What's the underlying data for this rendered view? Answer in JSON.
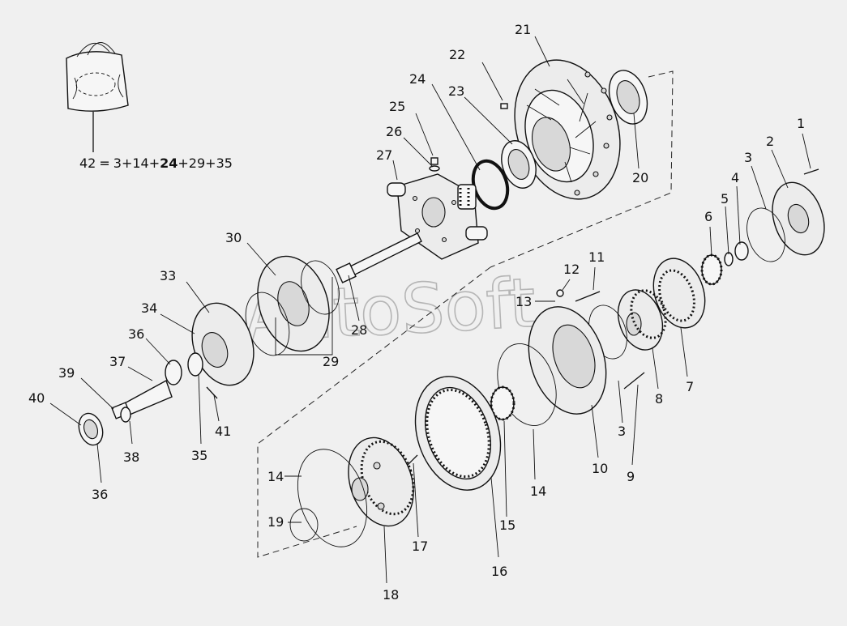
{
  "watermark": "AutoSoft",
  "formula": {
    "lhs": "42",
    "eq": "=",
    "terms": [
      "3",
      "14",
      "24",
      "29",
      "35"
    ],
    "plus": "+"
  },
  "callouts": [
    "1",
    "2",
    "3",
    "4",
    "5",
    "6",
    "7",
    "8",
    "9",
    "10",
    "11",
    "12",
    "13",
    "14",
    "15",
    "16",
    "17",
    "18",
    "19",
    "20",
    "21",
    "22",
    "23",
    "24",
    "25",
    "26",
    "27",
    "28",
    "29",
    "30",
    "33",
    "34",
    "35",
    "36",
    "37",
    "38",
    "39",
    "40",
    "41"
  ],
  "extra_callouts": {
    "3b": "3",
    "14b": "14",
    "36b": "36"
  }
}
